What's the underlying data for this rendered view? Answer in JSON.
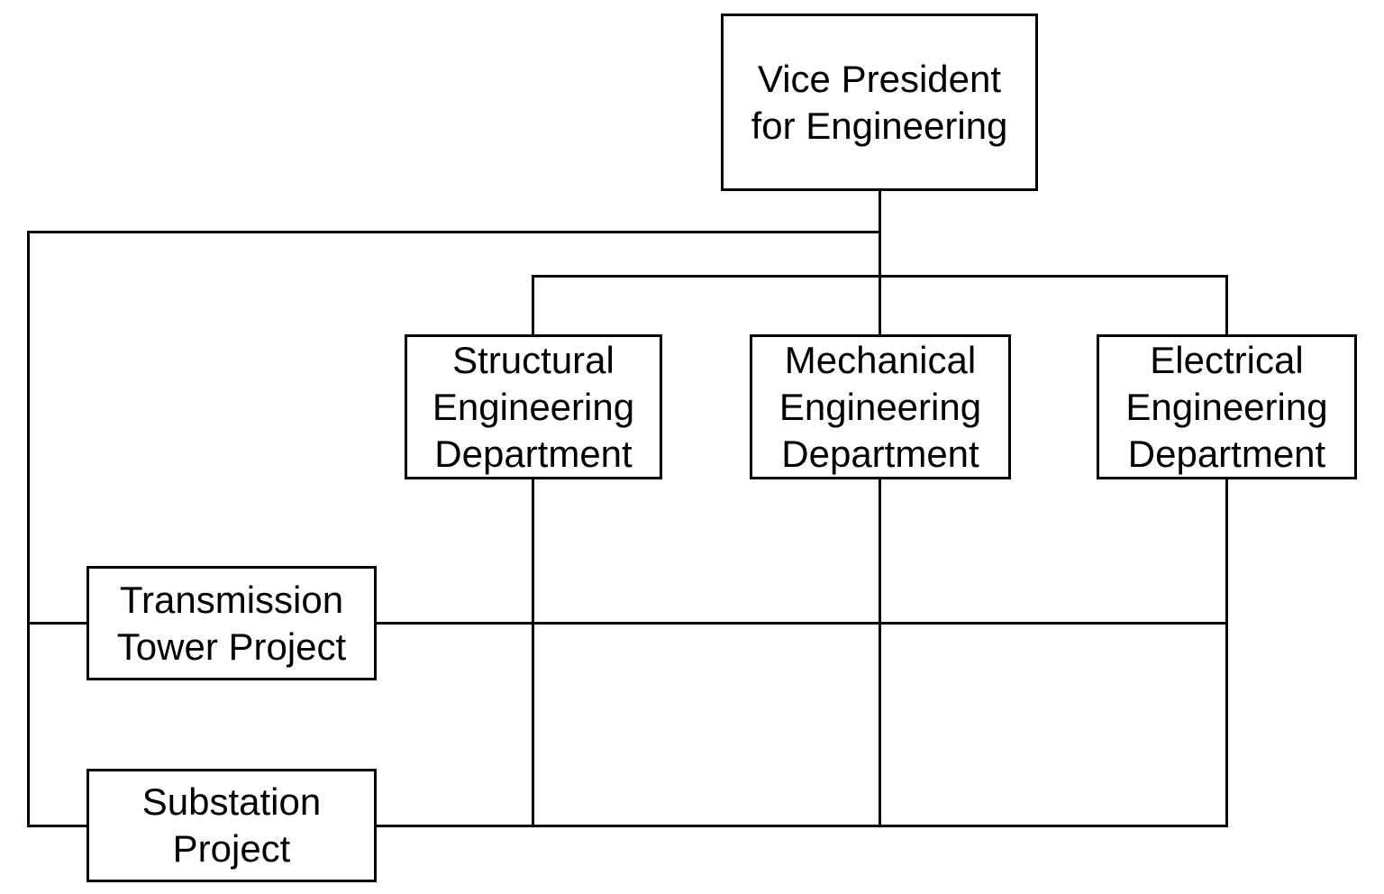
{
  "colors": {
    "line": "#000000",
    "box_background": "#ffffff",
    "text": "#000000",
    "page_background": "#ffffff"
  },
  "diagram": {
    "type": "matrix-organization-chart",
    "nodes": {
      "vp": {
        "lines": [
          "Vice President",
          "for Engineering"
        ]
      },
      "structural": {
        "lines": [
          "Structural",
          "Engineering",
          "Department"
        ]
      },
      "mechanical": {
        "lines": [
          "Mechanical",
          "Engineering",
          "Department"
        ]
      },
      "electrical": {
        "lines": [
          "Electrical",
          "Engineering",
          "Department"
        ]
      },
      "transmission": {
        "lines": [
          "Transmission",
          "Tower Project"
        ]
      },
      "substation": {
        "lines": [
          "Substation",
          "Project"
        ]
      }
    }
  }
}
